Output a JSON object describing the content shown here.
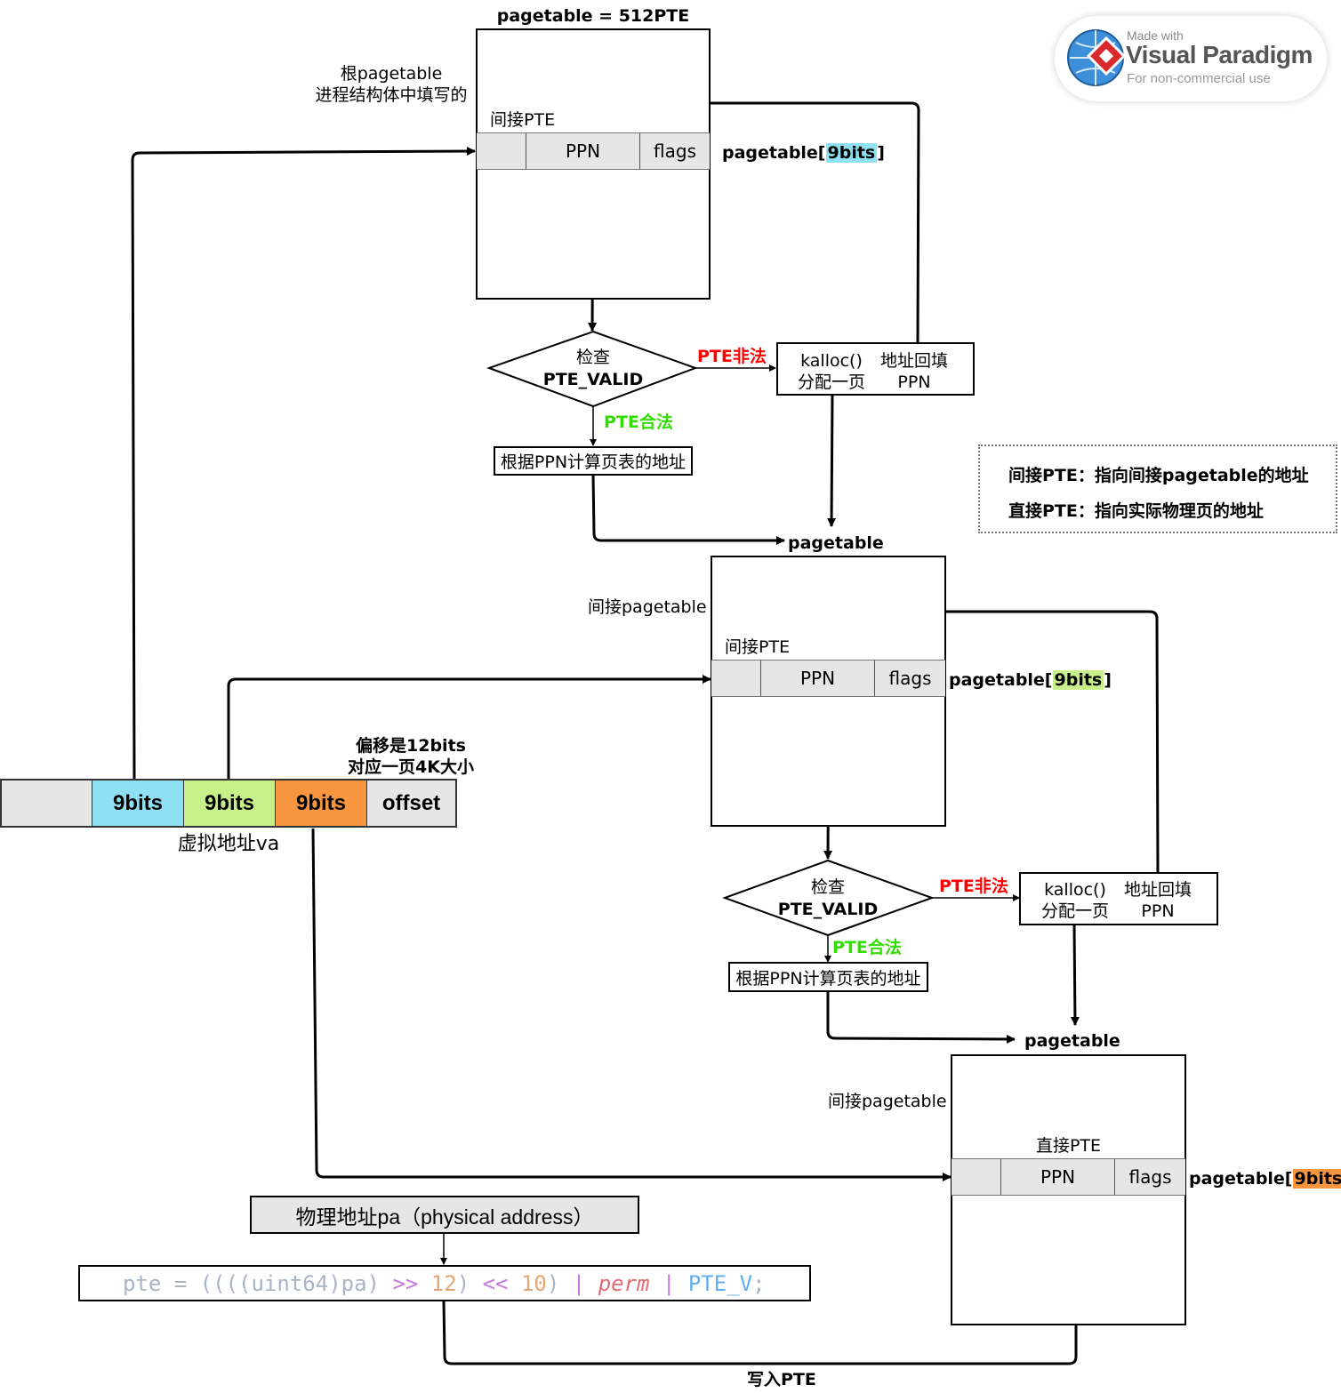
{
  "colors": {
    "cyan": "#8ee0f2",
    "green_light": "#c7f08a",
    "orange": "#f7963e",
    "gray": "#e6e6e6",
    "legal": "#33dd00",
    "illegal": "#ff0000"
  },
  "top_table": {
    "title": "pagetable = 512PTE",
    "root_note_line1": "根pagetable",
    "root_note_line2": "进程结构体中填写的",
    "pte_label": "间接PTE",
    "ppn": "PPN",
    "flags": "flags",
    "index_prefix": "pagetable[",
    "index_bits": "9bits",
    "index_suffix": "]"
  },
  "mid_table": {
    "title": "pagetable",
    "side_label": "间接pagetable",
    "pte_label": "间接PTE",
    "ppn": "PPN",
    "flags": "flags",
    "index_prefix": "pagetable[",
    "index_bits": "9bits",
    "index_suffix": "]"
  },
  "bottom_table": {
    "title": "pagetable",
    "side_label": "间接pagetable",
    "pte_label": "直接PTE",
    "ppn": "PPN",
    "flags": "flags",
    "index_prefix": "pagetable[",
    "index_bits": "9bits",
    "index_suffix": "]"
  },
  "check": {
    "line1": "检查",
    "line2": "PTE_VALID",
    "illegal": "PTE非法",
    "legal": "PTE合法",
    "compute": "根据PPN计算页表的地址",
    "alloc_left1": "kalloc()",
    "alloc_left2": "分配一页",
    "alloc_right1": "地址回填",
    "alloc_right2": "PPN"
  },
  "va": {
    "seg1": "9bits",
    "seg2": "9bits",
    "seg3": "9bits",
    "offset": "offset",
    "label": "虚拟地址va",
    "note1": "偏移是12bits",
    "note2": "对应一页4K大小"
  },
  "legend": {
    "line1": "间接PTE：指向间接pagetable的地址",
    "line2": "直接PTE：指向实际物理页的地址"
  },
  "physical": {
    "label": "物理地址pa（physical address）",
    "write_label": "写入PTE"
  },
  "code": {
    "tokens": [
      {
        "text": "pte = ((((uint64)pa) ",
        "color": "#aab4c4",
        "italic": false
      },
      {
        "text": ">>",
        "color": "#c678dd",
        "italic": false
      },
      {
        "text": " ",
        "color": "#aab4c4",
        "italic": false
      },
      {
        "text": "12",
        "color": "#e5a773",
        "italic": false
      },
      {
        "text": ") ",
        "color": "#aab4c4",
        "italic": false
      },
      {
        "text": "<<",
        "color": "#c678dd",
        "italic": false
      },
      {
        "text": " ",
        "color": "#aab4c4",
        "italic": false
      },
      {
        "text": "10",
        "color": "#e5a773",
        "italic": false
      },
      {
        "text": ") ",
        "color": "#aab4c4",
        "italic": false
      },
      {
        "text": "|",
        "color": "#c678dd",
        "italic": false
      },
      {
        "text": " ",
        "color": "#aab4c4",
        "italic": false
      },
      {
        "text": "perm",
        "color": "#e06c75",
        "italic": true
      },
      {
        "text": " ",
        "color": "#aab4c4",
        "italic": false
      },
      {
        "text": "|",
        "color": "#c678dd",
        "italic": false
      },
      {
        "text": " ",
        "color": "#aab4c4",
        "italic": false
      },
      {
        "text": "PTE_V",
        "color": "#61afef",
        "italic": false
      },
      {
        "text": ";",
        "color": "#aab4c4",
        "italic": false
      }
    ]
  },
  "watermark": {
    "made_with": "Made with",
    "name": "Visual Paradigm",
    "sub": "For non-commercial use"
  }
}
